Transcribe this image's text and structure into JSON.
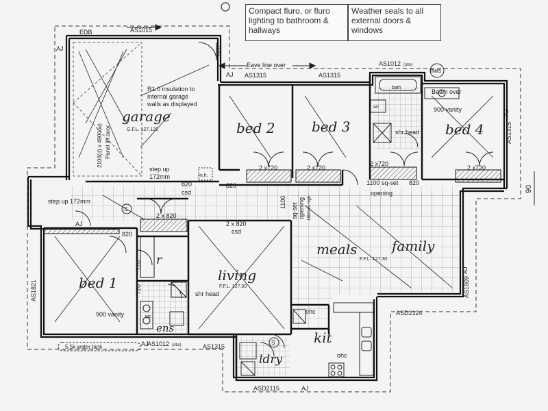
{
  "notes": {
    "lighting": "Compact fluro, or fluro lighting to bathroom & hallways",
    "seals": "Weather seals to all external doors & windows"
  },
  "rooms": {
    "garage": "garage",
    "bed2": "bed 2",
    "bed3": "bed 3",
    "bed4": "bed 4",
    "bed1": "bed 1",
    "living": "living",
    "meals": "meals",
    "family": "family",
    "kit": "kit",
    "ens": "ens",
    "ldry": "ldry",
    "wir": "r"
  },
  "labels": {
    "edb": "EDB",
    "as1015": "AS1015",
    "aj": "AJ",
    "n820": "820",
    "eave": "Eave line over",
    "as1315": "AS1315",
    "as1012": "AS1012",
    "obs": "(obs)",
    "hws": "hws",
    "beam_over": "Beam over",
    "vanity": "900 vanity",
    "wc": "wc",
    "shr_head": "shr head",
    "as1315v": "AS1315",
    "door_2x720": "2 x720",
    "door_2x820": "2 x 820",
    "csd": "csd",
    "step_up": "step up",
    "step_up_172": "172mm",
    "step_up_left": "step up 172mm",
    "mh": "m.h.",
    "sq_set": "1100 sq-set",
    "opening": "opening",
    "n1100": "1100",
    "sq_set_v": "sq-set",
    "opening_v": "opening",
    "opening_h": "1800mm high",
    "ffl_garage": "G.F.L. 127.128",
    "ffl_living": "F.F.L. 127.30",
    "ffl_family": "F.F.L. 127.30",
    "garage_door": "2100(d) x 4900(w)",
    "panel_lift": "Panel lift door.",
    "insulation": "R1.0 insulation to internal garage walls as displayed",
    "ins_1": "R1.0 insulation to",
    "ins_2": "internal garage",
    "ins_3": "walls as displayed",
    "as1821": "AS1821",
    "as1809": "AS1809",
    "asd2124": "ASD2124",
    "asd2115": "ASD2115",
    "n720": "720",
    "ohc": "ohc",
    "s": "S",
    "tank": "5.5k water tank",
    "dim_90": "90",
    "bath": "bath",
    "vanity_ens": "900 vanity"
  }
}
